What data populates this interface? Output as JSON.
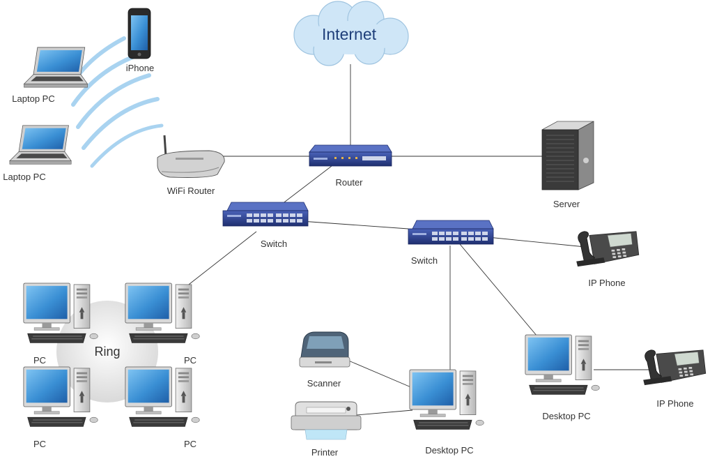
{
  "nodes": {
    "internet": "Internet",
    "iphone": "iPhone",
    "laptop_1": "Laptop PC",
    "laptop_2": "Laptop PC",
    "wifi_router": "WiFi Router",
    "router": "Router",
    "server": "Server",
    "switch_left": "Switch",
    "switch_right": "Switch",
    "ip_phone_1": "IP Phone",
    "ip_phone_2": "IP Phone",
    "ring": "Ring",
    "pc_1": "PC",
    "pc_2": "PC",
    "pc_3": "PC",
    "pc_4": "PC",
    "scanner": "Scanner",
    "printer": "Printer",
    "desktop_pc_1": "Desktop PC",
    "desktop_pc_2": "Desktop PC"
  },
  "edges": [
    {
      "from": "internet",
      "to": "router"
    },
    {
      "from": "wifi_router",
      "to": "router"
    },
    {
      "from": "router",
      "to": "server"
    },
    {
      "from": "router",
      "to": "switch_left"
    },
    {
      "from": "switch_left",
      "to": "switch_right"
    },
    {
      "from": "switch_left",
      "to": "pc_2"
    },
    {
      "from": "switch_right",
      "to": "ip_phone_1"
    },
    {
      "from": "switch_right",
      "to": "desktop_pc_1"
    },
    {
      "from": "switch_right",
      "to": "desktop_pc_2"
    },
    {
      "from": "scanner",
      "to": "desktop_pc_1"
    },
    {
      "from": "printer",
      "to": "desktop_pc_1"
    },
    {
      "from": "desktop_pc_2",
      "to": "ip_phone_2"
    }
  ],
  "colors": {
    "device_blue": "#2a3f8f",
    "screen_blue": "#3a8fd4",
    "cloud": "#cfe6f7",
    "wifi_wave": "#a9d3f0",
    "ring_fill": "#e6e6e6",
    "line": "#333333"
  }
}
